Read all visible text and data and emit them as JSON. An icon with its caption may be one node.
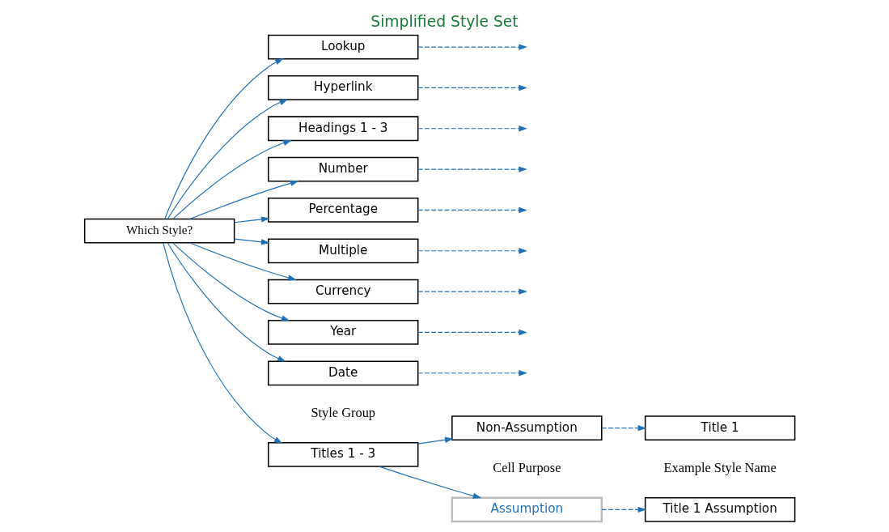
{
  "diagram": {
    "title": "Simplified Style Set",
    "nodes": [
      {
        "text": [
          "Which Style?"
        ]
      },
      {
        "text": [
          "Titles 1 - 3"
        ]
      },
      {
        "text": [
          "Headings 1 - 3"
        ]
      },
      {
        "text": [
          "Number"
        ]
      },
      {
        "text": [
          "Percentage"
        ]
      },
      {
        "text": [
          "Multiple"
        ]
      },
      {
        "text": [
          "Currency"
        ]
      },
      {
        "text": [
          "Year"
        ]
      },
      {
        "text": [
          "Date"
        ]
      },
      {
        "text": [
          "Lookup"
        ]
      },
      {
        "text": [
          "Hyperlink"
        ]
      },
      {
        "text": [
          "Assumption"
        ]
      },
      {
        "text": [
          "Non-Assumption"
        ]
      },
      {
        "text": [
          "Title 1 Assumption"
        ]
      },
      {
        "text": [
          "Title 1"
        ]
      }
    ],
    "edges": [
      {
        "from": 0,
        "to": 1,
        "arrow": "to"
      },
      {
        "from": 0,
        "to": 2,
        "arrow": "to"
      },
      {
        "from": 0,
        "to": 3,
        "arrow": "to"
      },
      {
        "from": 0,
        "to": 4,
        "arrow": "to"
      },
      {
        "from": 0,
        "to": 5,
        "arrow": "to"
      },
      {
        "from": 0,
        "to": 6,
        "arrow": "to"
      },
      {
        "from": 0,
        "to": 7,
        "arrow": "to"
      },
      {
        "from": 0,
        "to": 8,
        "arrow": "to"
      },
      {
        "from": 0,
        "to": 9,
        "arrow": "to"
      },
      {
        "from": 0,
        "to": 10,
        "arrow": "to"
      },
      {
        "from": 1,
        "to": 11,
        "arrow": "to"
      },
      {
        "from": 1,
        "to": 12,
        "arrow": "to"
      },
      {
        "from": 11,
        "to": 13,
        "arrow": "to",
        "style": "dashed"
      },
      {
        "from": 12,
        "to": 14,
        "arrow": "to",
        "style": "dashed"
      },
      {
        "from": 2,
        "to": null,
        "arrow": "to",
        "style": "dashed"
      },
      {
        "from": 3,
        "to": null,
        "arrow": "to",
        "style": "dashed"
      },
      {
        "from": 4,
        "to": null,
        "arrow": "to",
        "style": "dashed"
      },
      {
        "from": 5,
        "to": null,
        "arrow": "to",
        "style": "dashed"
      },
      {
        "from": 6,
        "to": null,
        "arrow": "to",
        "style": "dashed"
      },
      {
        "from": 7,
        "to": null,
        "arrow": "to",
        "style": "dashed"
      },
      {
        "from": 8,
        "to": null,
        "arrow": "to",
        "style": "dashed"
      },
      {
        "from": 9,
        "to": null,
        "arrow": "to",
        "style": "dashed"
      },
      {
        "from": 10,
        "to": null,
        "arrow": "to",
        "style": "dashed"
      }
    ],
    "labels": [
      "Style Group",
      "Cell Purpose",
      "Example Style Name"
    ]
  }
}
